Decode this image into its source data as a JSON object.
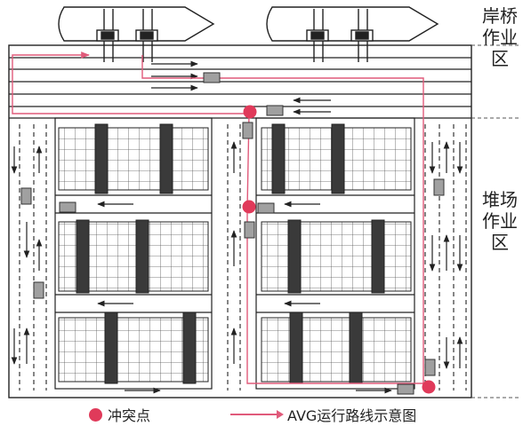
{
  "zones": {
    "quay": "岸桥\n作业\n区",
    "yard": "堆场\n作业\n区"
  },
  "legend": {
    "conflict_point": "冲突点",
    "agv_route": "AVG运行路线示意图"
  },
  "colors": {
    "conflict": "#e03a5a",
    "route": "#e05a7a",
    "crane": "#3a3a3a",
    "agv": "#9a9a9a",
    "lines": "#222222"
  },
  "counts": {
    "ships": 2,
    "quay_cranes": 4,
    "yard_blocks": 6,
    "conflict_points": 3
  }
}
